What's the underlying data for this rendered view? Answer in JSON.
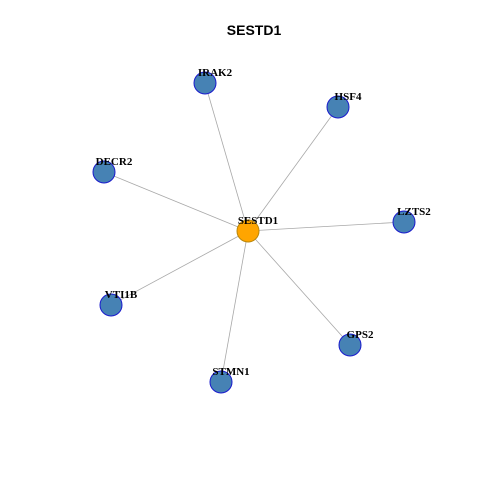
{
  "title": "SESTD1",
  "colors": {
    "edge": "#a8a8a8",
    "center_fill": "#ffa500",
    "center_stroke": "#b8860b",
    "neighbor_fill": "#4682b4",
    "neighbor_stroke": "#1a1acd"
  },
  "network": {
    "center": {
      "id": "SESTD1",
      "label": "SESTD1"
    },
    "neighbors": [
      {
        "id": "IRAK2",
        "label": "IRAK2"
      },
      {
        "id": "HSF4",
        "label": "HSF4"
      },
      {
        "id": "DECR2",
        "label": "DECR2"
      },
      {
        "id": "LZTS2",
        "label": "LZTS2"
      },
      {
        "id": "VTI1B",
        "label": "VTI1B"
      },
      {
        "id": "GPS2",
        "label": "GPS2"
      },
      {
        "id": "STMN1",
        "label": "STMN1"
      }
    ],
    "edges": [
      [
        "SESTD1",
        "IRAK2"
      ],
      [
        "SESTD1",
        "HSF4"
      ],
      [
        "SESTD1",
        "DECR2"
      ],
      [
        "SESTD1",
        "LZTS2"
      ],
      [
        "SESTD1",
        "VTI1B"
      ],
      [
        "SESTD1",
        "GPS2"
      ],
      [
        "SESTD1",
        "STMN1"
      ]
    ]
  }
}
